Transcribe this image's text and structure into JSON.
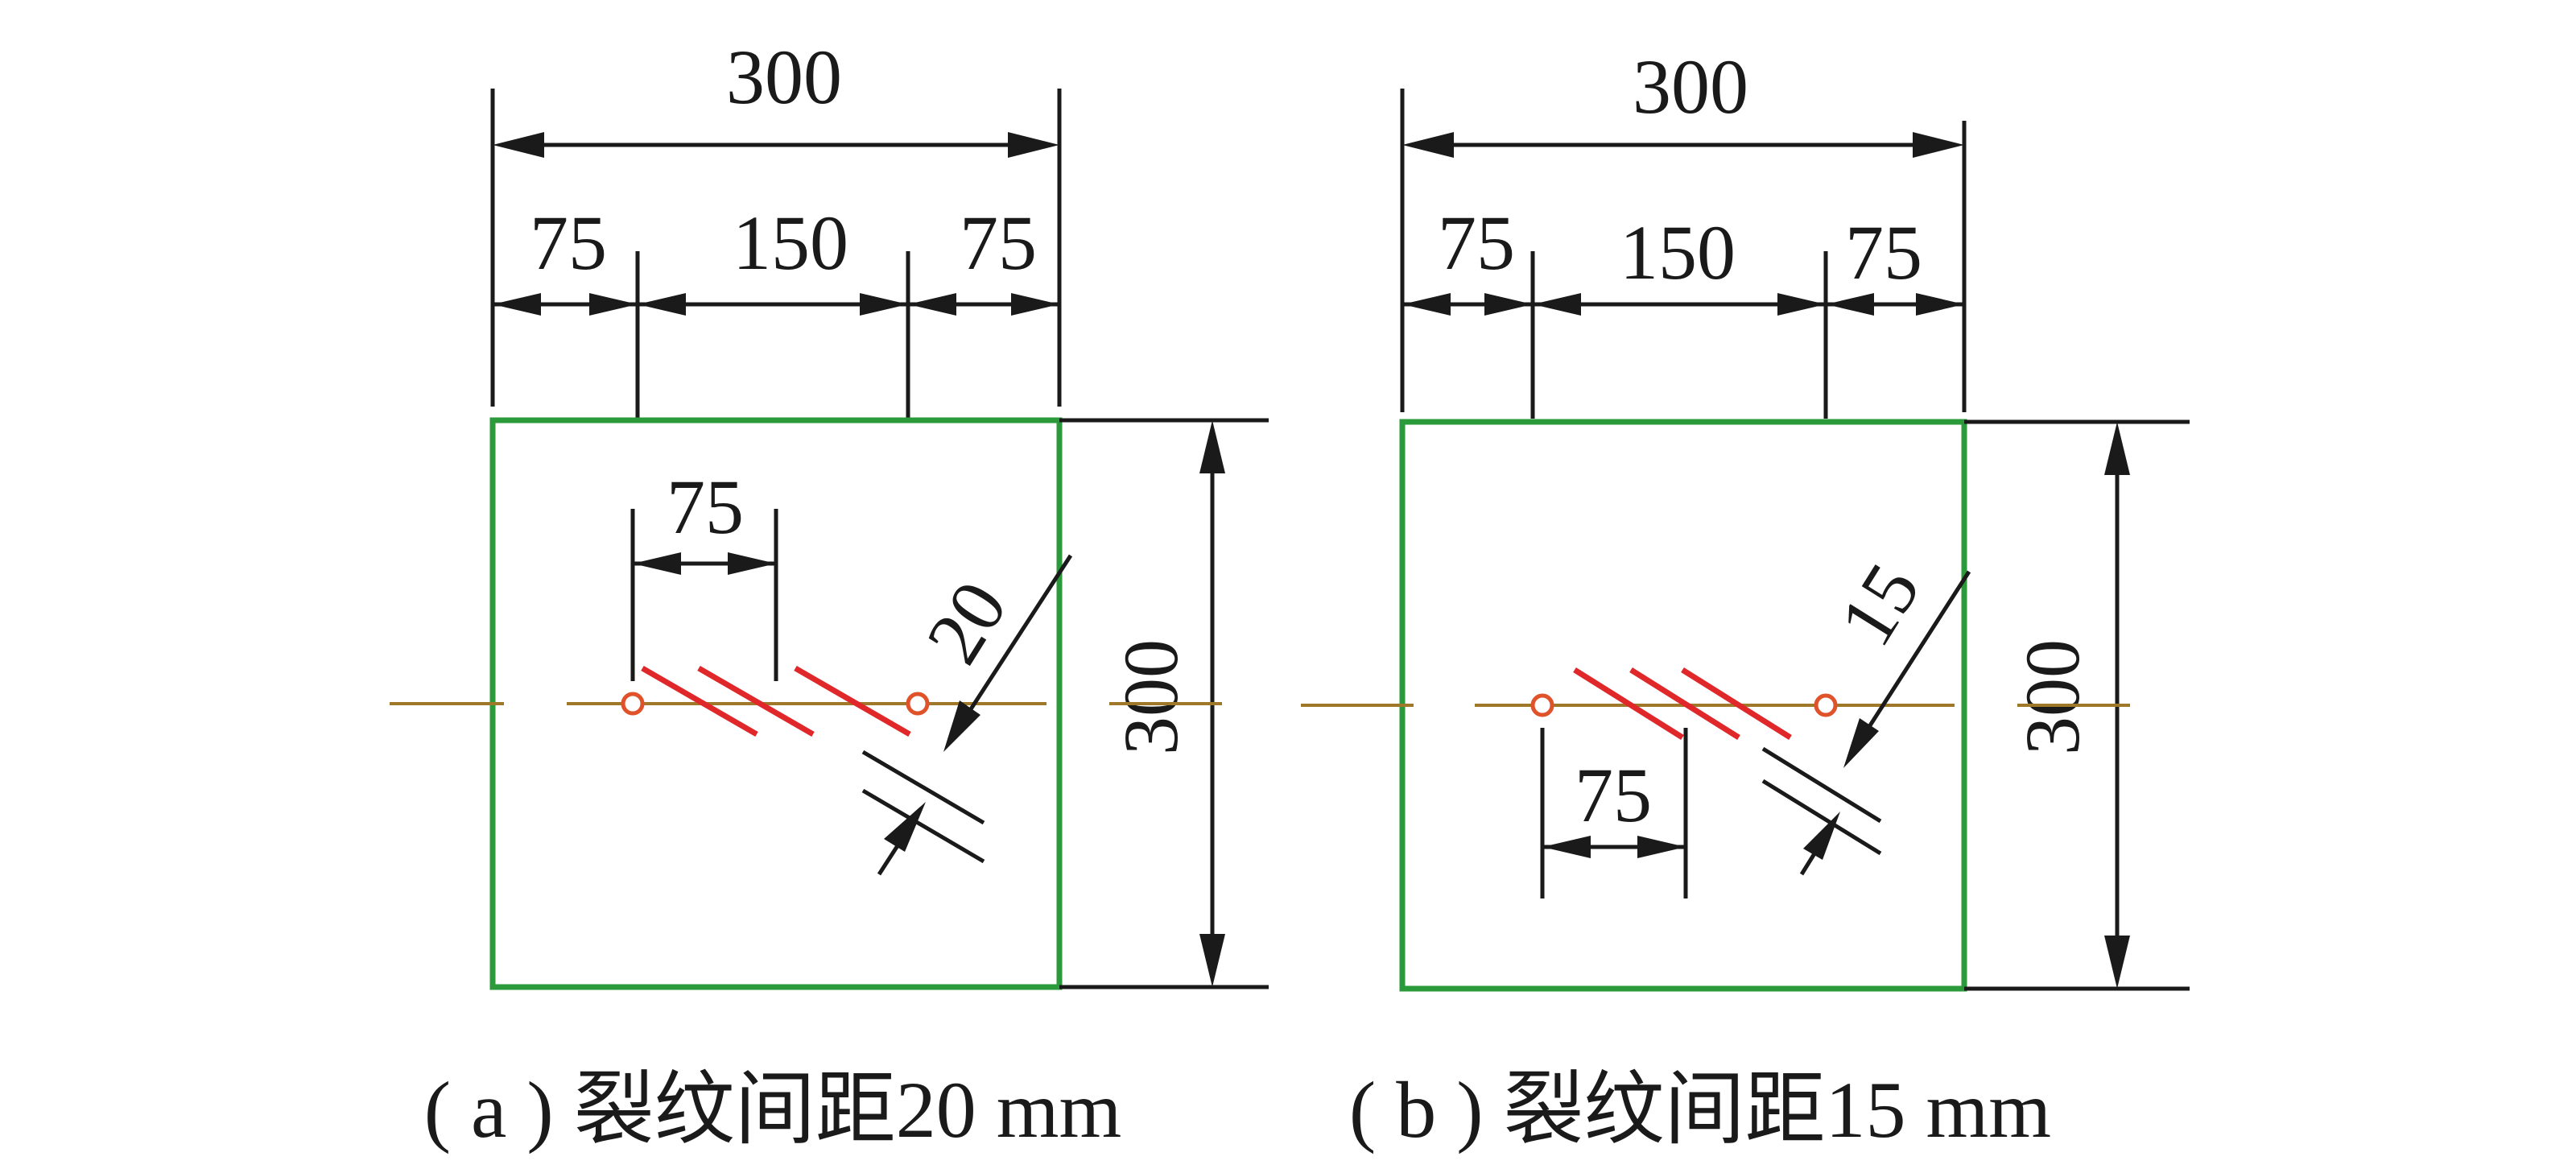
{
  "colors": {
    "specimen_outline": "#2a9a3a",
    "crack": "#e0272a",
    "hole": "#e0532a",
    "center_line": "#a0782a",
    "dimension": "#1a1a1a"
  },
  "panels": [
    {
      "caption": "( a ) 裂纹间距20 mm",
      "width_dim": "300",
      "segments": [
        "75",
        "150",
        "75"
      ],
      "height_dim": "300",
      "crack_offset_dim": "75",
      "crack_spacing_dim": "20"
    },
    {
      "caption": "( b ) 裂纹间距15 mm",
      "width_dim": "300",
      "segments": [
        "75",
        "150",
        "75"
      ],
      "height_dim": "300",
      "crack_offset_dim": "75",
      "crack_spacing_dim": "15"
    }
  ]
}
